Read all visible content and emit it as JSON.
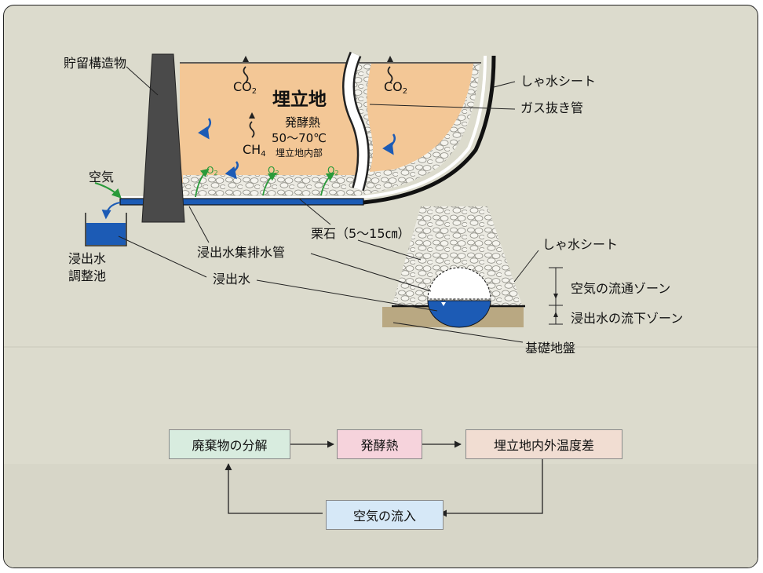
{
  "labels": {
    "storage_structure": "貯留構造物",
    "landfill": "埋立地",
    "fermentation_heat": "発酵熱",
    "temp_range": "50～70℃",
    "inside_landfill": "埋立地内部",
    "co2": "CO",
    "co2_sub": "2",
    "ch4": "CH",
    "ch4_sub": "4",
    "o2": "O",
    "o2_sub": "2",
    "air": "空気",
    "water_sheet_top": "しゃ水シート",
    "gas_vent_pipe": "ガス抜き管",
    "gravel": "栗石（5～15㎝）",
    "leachate_pipe": "浸出水集排水管",
    "leachate": "浸出水",
    "adjust_pond_line1": "浸出水",
    "adjust_pond_line2": "調整池",
    "water_sheet_detail": "しゃ水シート",
    "air_zone": "空気の流通ゾーン",
    "leachate_zone": "浸出水の流下ゾーン",
    "foundation": "基礎地盤"
  },
  "flow": {
    "decomposition": "廃棄物の分解",
    "heat": "発酵熱",
    "temp_diff": "埋立地内外温度差",
    "air_inflow": "空気の流入"
  },
  "colors": {
    "background": "#dcdbcd",
    "landfill_fill": "#f3c796",
    "water_blue": "#1c5bb5",
    "structure_gray": "#4a4a4a",
    "foundation_tan": "#b9a882",
    "gas_arrow_green": "#2a9a3a",
    "box_decomposition": "#d8ecdf",
    "box_heat": "#f6d3dc",
    "box_temp": "#f1ddd2",
    "box_air": "#d6e8f7"
  }
}
